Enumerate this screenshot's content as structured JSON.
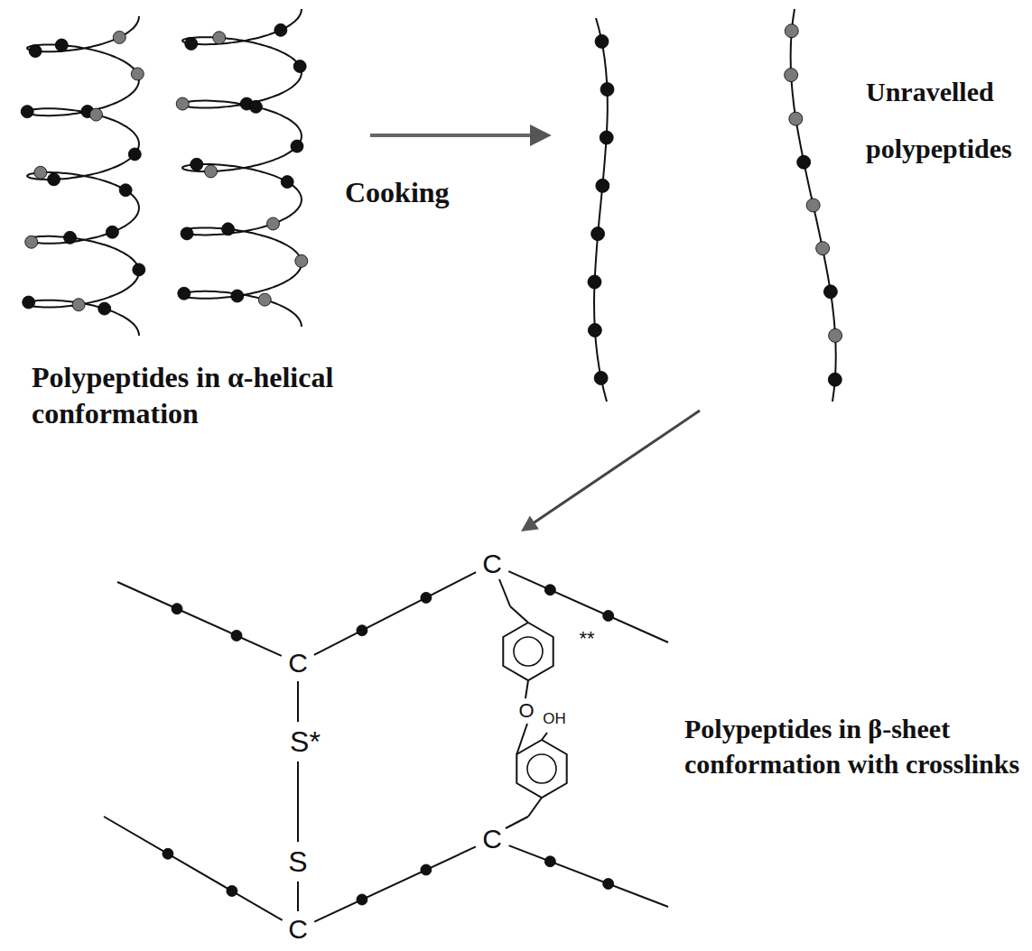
{
  "diagram": {
    "labels": [
      "Polypeptides in α-helical conformation",
      "Cooking",
      "Unravelled polypeptides",
      "Polypeptides in β-sheet conformation with crosslinks",
      "C",
      "C",
      "C",
      "C",
      "S*",
      "S",
      "O",
      "OH",
      "**"
    ]
  }
}
